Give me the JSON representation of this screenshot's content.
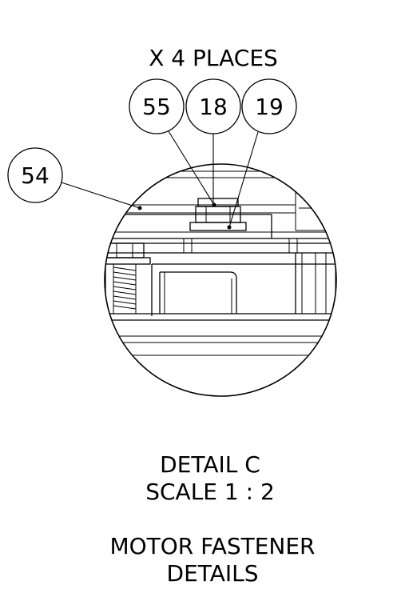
{
  "note": "X 4 PLACES",
  "balloons": {
    "b55": "55",
    "b18": "18",
    "b19": "19",
    "b54": "54"
  },
  "detail": {
    "title": "DETAIL C",
    "scale": "SCALE 1 : 2",
    "caption_line1": "MOTOR FASTENER",
    "caption_line2": "DETAILS"
  }
}
